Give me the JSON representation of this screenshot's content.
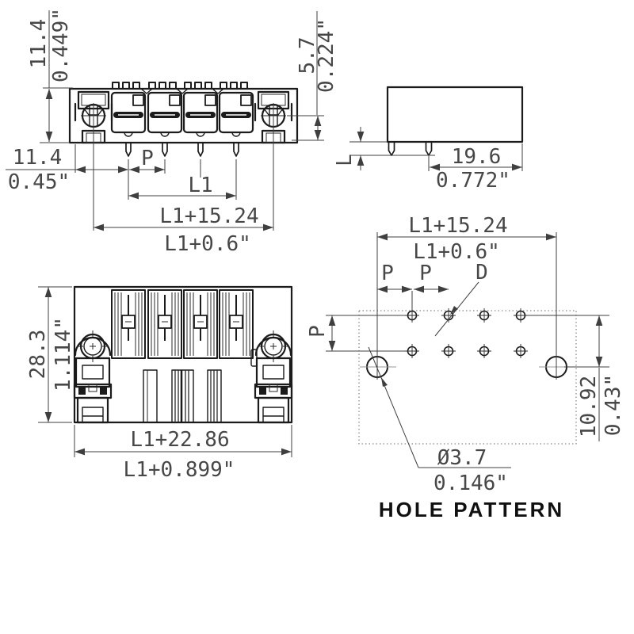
{
  "drawing": {
    "front_view": {
      "height_mm": "11.4",
      "height_in": "0.449\"",
      "edge_offset_mm": "11.4",
      "edge_offset_in": "0.45\"",
      "pitch_label": "P",
      "length_label": "L1",
      "overall_mm": "L1+15.24",
      "overall_in": "L1+0.6\""
    },
    "side_view": {
      "height_mm": "5.7",
      "height_in": "0.224\"",
      "pin_length_label": "L",
      "depth_mm": "19.6",
      "depth_in": "0.772\""
    },
    "top_view": {
      "height_mm": "28.3",
      "height_in": "1.114\"",
      "overall_mm": "L1+22.86",
      "overall_in": "L1+0.899\""
    },
    "hole_pattern": {
      "title": "HOLE PATTERN",
      "overall_mm": "L1+15.24",
      "overall_in": "L1+0.6\"",
      "pitch_label_1": "P",
      "pitch_label_2": "P",
      "drill_label": "D",
      "row_pitch_label": "P",
      "row_offset_mm": "10.92",
      "row_offset_in": "0.43\"",
      "hole_dia_mm": "Ø3.7",
      "hole_dia_in": "0.146\""
    }
  }
}
